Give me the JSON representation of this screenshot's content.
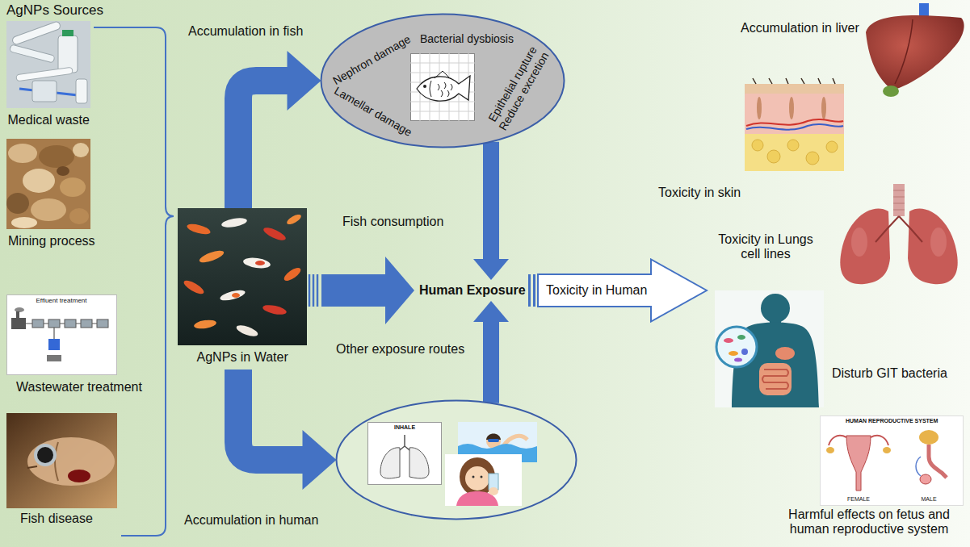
{
  "diagram": {
    "nodes": [
      {
        "text": [
          "Medical waste"
        ]
      },
      {
        "text": [
          "Mining process"
        ]
      },
      {
        "text": [
          "Effluent treatment",
          "Wastewater treatment"
        ]
      },
      {
        "text": [
          "Fish disease"
        ]
      },
      {
        "text": [
          "AgNPs in Water"
        ]
      },
      {
        "text": [
          "Nephron damage",
          "Bacterial dysbiosis",
          "Lamellar damage",
          "Epithelial rupture",
          "Reduce excretion"
        ]
      },
      {
        "text": [
          "Human Exposure"
        ]
      },
      {
        "text": [
          "INHALE"
        ]
      },
      {
        "text": [
          "Toxicity in Human"
        ]
      },
      {
        "text": [
          "Accumulation in liver"
        ]
      },
      {
        "text": [
          "Toxicity in skin"
        ]
      },
      {
        "text": [
          "Toxicity in Lungs cell lines"
        ]
      },
      {
        "text": [
          "Disturb GIT bacteria"
        ]
      },
      {
        "text": [
          "HUMAN REPRODUCTIVE SYSTEM",
          "FEMALE",
          "MALE",
          "Harmful effects on fetus and human reproductive system"
        ]
      }
    ],
    "edges": [
      {
        "from": 4,
        "to": 5,
        "label": "Accumulation in fish",
        "arrow": "to"
      },
      {
        "from": 4,
        "to": 7,
        "label": "Accumulation in human",
        "arrow": "to"
      },
      {
        "from": 4,
        "to": 6,
        "arrow": "to"
      },
      {
        "from": 5,
        "to": 6,
        "label": "Fish consumption",
        "arrow": "to"
      },
      {
        "from": 7,
        "to": 6,
        "label": "Other exposure routes",
        "arrow": "to"
      }
    ],
    "labels": [
      "AgNPs Sources"
    ]
  }
}
